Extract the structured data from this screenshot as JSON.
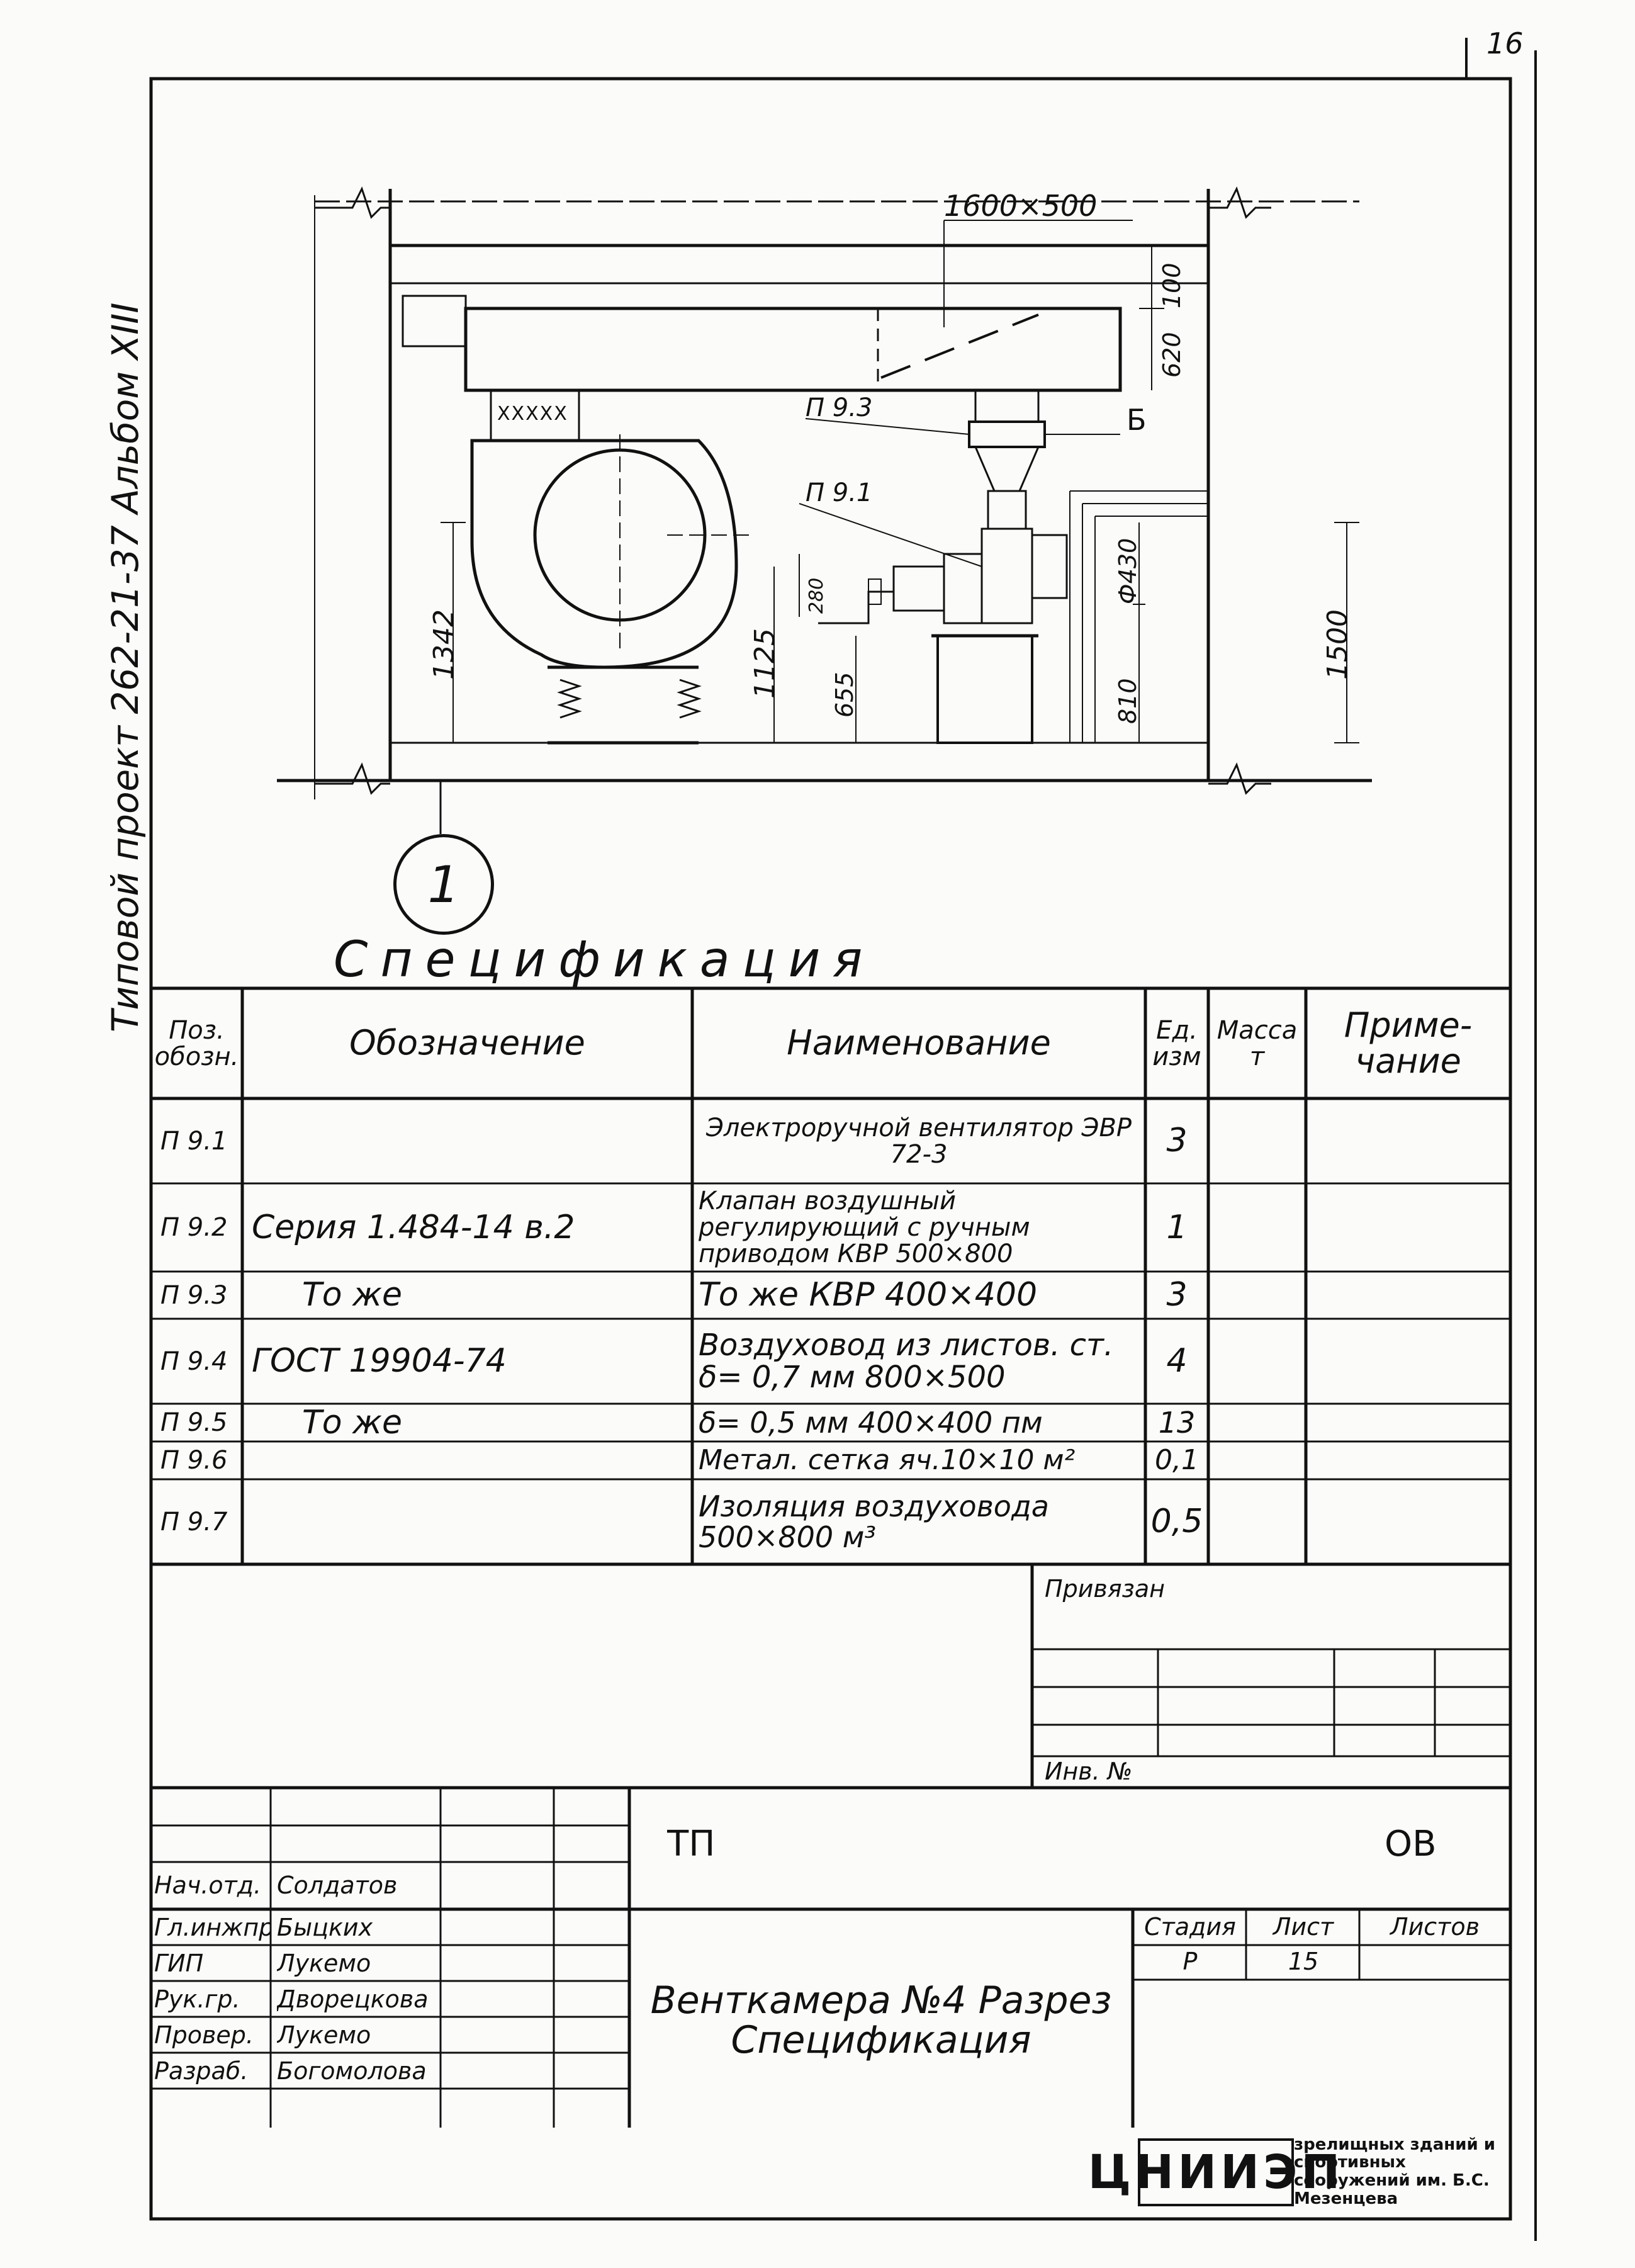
{
  "sheet": {
    "page_number": "16",
    "side_label": "Типовой проект 262-21-37 Альбом XIII",
    "title": "Спецификация"
  },
  "drawing": {
    "section_mark": "1",
    "labels": {
      "duct": "1600×500",
      "item_p93": "П 9.3",
      "item_p91": "П 9.1",
      "letter_b": "Б",
      "mesh": "XXXXX"
    },
    "dimensions": {
      "d100": "100",
      "d620": "620",
      "d1342": "1342",
      "d1125": "1125",
      "d655": "655",
      "d280": "280",
      "d430": "Ф430",
      "d810": "810",
      "d1500": "1500"
    }
  },
  "spec_table": {
    "headers": {
      "pos": "Поз. обозн.",
      "designation": "Обозначение",
      "name": "Наименование",
      "unit": "Ед. изм",
      "mass": "Масса т",
      "note": "Приме- чание"
    },
    "rows": [
      {
        "pos": "П 9.1",
        "designation": "",
        "name": "Электроручной вентилятор ЭВР 72-3",
        "qty": "3"
      },
      {
        "pos": "П 9.2",
        "designation": "Серия 1.484-14 в.2",
        "name": "Клапан воздушный регулирующий с ручным приводом КВР 500×800",
        "qty": "1"
      },
      {
        "pos": "П 9.3",
        "designation": "То же",
        "name": "То же КВР 400×400",
        "qty": "3"
      },
      {
        "pos": "П 9.4",
        "designation": "ГОСТ 19904-74",
        "name": "Воздуховод из листов. ст. δ= 0,7 мм 800×500",
        "qty": "4"
      },
      {
        "pos": "П 9.5",
        "designation": "То же",
        "name": "δ= 0,5 мм 400×400 пм",
        "qty": "13"
      },
      {
        "pos": "П 9.6",
        "designation": "",
        "name": "Метал. сетка яч.10×10 м²",
        "qty": "0,1"
      },
      {
        "pos": "П 9.7",
        "designation": "",
        "name": "Изоляция воздуховода 500×800 м³",
        "qty": "0,5"
      }
    ]
  },
  "binding": {
    "label": "Привязан",
    "inv_label": "Инв. №"
  },
  "title_block": {
    "code_left": "ТП",
    "code_right": "ОВ",
    "name": "Венткамера №4 Разрез Спецификация",
    "stage_label": "Стадия",
    "sheet_label": "Лист",
    "sheets_label": "Листов",
    "stage": "Р",
    "sheet": "15",
    "logo": "ЦНИИЭП",
    "org": "зрелищных зданий и спортивных сооружений им. Б.С. Мезенцева",
    "staff": [
      {
        "role": "Нач.отд.",
        "name": "Солдатов"
      },
      {
        "role": "Гл.инжпр.",
        "name": "Быцких"
      },
      {
        "role": "ГИП",
        "name": "Лукемо"
      },
      {
        "role": "Рук.гр.",
        "name": "Дворецкова"
      },
      {
        "role": "Провер.",
        "name": "Лукемо"
      },
      {
        "role": "Разраб.",
        "name": "Богомолова"
      }
    ]
  }
}
